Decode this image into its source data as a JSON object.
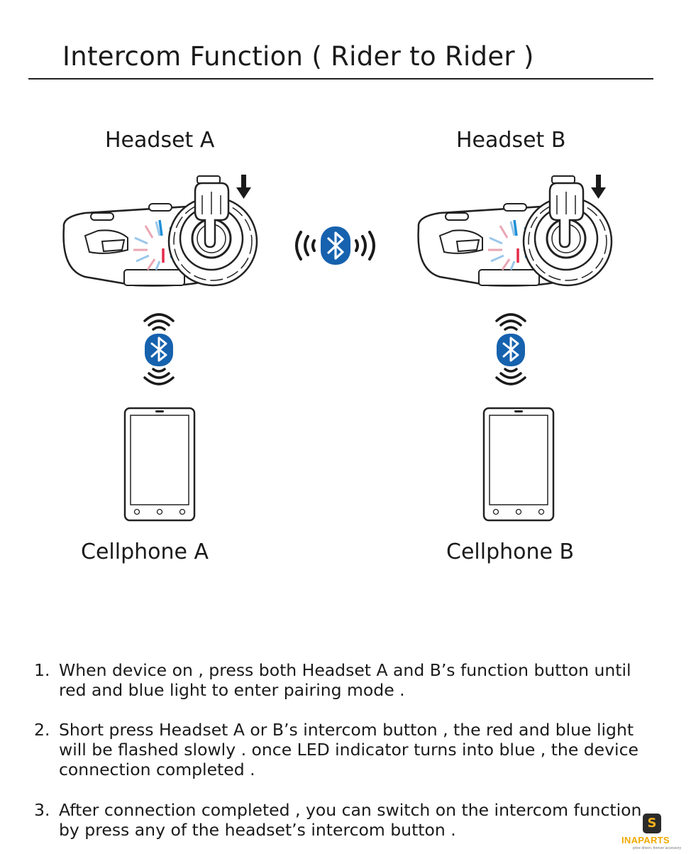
{
  "title": "Intercom Function ( Rider to Rider )",
  "headset_a": {
    "label": "Headset A"
  },
  "headset_b": {
    "label": "Headset B"
  },
  "cellphone_a": {
    "label": "Cellphone A"
  },
  "cellphone_b": {
    "label": "Cellphone B"
  },
  "steps": [
    {
      "number": "1.",
      "text": "When device on , press both Headset A and B’s function button until red and blue light to enter pairing mode ."
    },
    {
      "number": "2.",
      "text": "Short press Headset A or B’s intercom button , the red and blue light will be flashed slowly . once LED indicator turns into blue , the device connection completed ."
    },
    {
      "number": "3.",
      "text": "After connection completed , you can switch on the intercom function by press any of the headset’s intercom button ."
    }
  ],
  "logo": {
    "mark": "S",
    "name": "INAPARTS",
    "tagline": "price driven. forever accessory"
  },
  "icons": [
    "bluetooth-icon",
    "signal-waves-icon",
    "press-arrow-icon",
    "pointing-hand-icon"
  ],
  "colors": {
    "bluetooth": "#1662ae",
    "led_red": "#e32b4a",
    "led_blue": "#1e8fd6",
    "logo_accent": "#f2a900"
  }
}
